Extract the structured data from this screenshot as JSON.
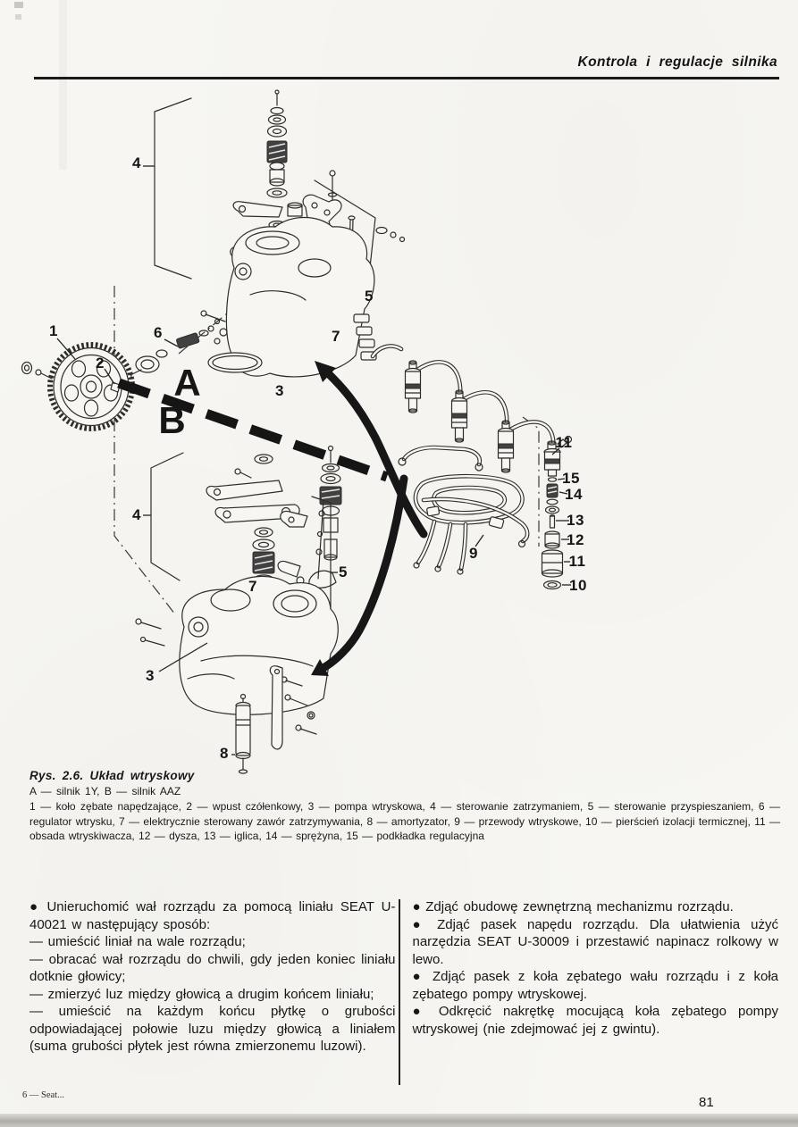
{
  "page": {
    "header": "Kontrola i regulacje silnika",
    "footnote": "6 — Seat...",
    "page_number": "81",
    "colors": {
      "ink": "#1b1b1b",
      "paper": "#f7f6f2"
    }
  },
  "figure": {
    "caption_title": "Rys. 2.6. Układ wtryskowy",
    "caption_variants": "A — silnik 1Y, B — silnik AAZ",
    "caption_legend": "1 — koło zębate napędzające, 2 — wpust czółenkowy, 3 — pompa wtryskowa, 4 — sterowanie zatrzymaniem, 5 — sterowanie przyspieszaniem, 6 — regulator wtrysku, 7 — elektrycznie sterowany zawór zatrzymywania, 8 — amortyzator, 9 — przewody wtryskowe, 10 — pierścień izolacji termicznej, 11 — obsada wtryskiwacza, 12 — dysza, 13 — iglica, 14 — sprężyna, 15 — podkładka regulacyjna",
    "callouts": [
      {
        "label": "4"
      },
      {
        "label": "1"
      },
      {
        "label": "6"
      },
      {
        "label": "7"
      },
      {
        "label": "2"
      },
      {
        "label": "A"
      },
      {
        "label": "3"
      },
      {
        "label": "B"
      },
      {
        "label": "5"
      },
      {
        "label": "11"
      },
      {
        "label": "15"
      },
      {
        "label": "14"
      },
      {
        "label": "4"
      },
      {
        "label": "13"
      },
      {
        "label": "12"
      },
      {
        "label": "9"
      },
      {
        "label": "11"
      },
      {
        "label": "5"
      },
      {
        "label": "7"
      },
      {
        "label": "10"
      },
      {
        "label": "3"
      },
      {
        "label": "8"
      }
    ]
  },
  "body": {
    "left_column": [
      "● Unieruchomić wał rozrządu za pomocą liniału SEAT U-40021 w następujący sposób:",
      "— umieścić liniał na wale rozrządu;",
      "— obracać wał rozrządu do chwili, gdy jeden koniec liniału dotknie głowicy;",
      "— zmierzyć luz między głowicą a drugim końcem liniału;",
      "— umieścić na każdym końcu płytkę o grubości odpowiadającej połowie luzu między głowicą a liniałem (suma grubości płytek jest równa zmierzonemu luzowi)."
    ],
    "right_column": [
      "● Zdjąć obudowę zewnętrzną mechanizmu rozrządu.",
      "● Zdjąć pasek napędu rozrządu. Dla ułatwienia użyć narzędzia SEAT U-30009 i przestawić napinacz rolkowy w lewo.",
      "● Zdjąć pasek z koła zębatego wału rozrządu i z koła zębatego pompy wtryskowej.",
      "● Odkręcić nakrętkę mocującą koła zębatego pompy wtryskowej (nie zdejmować jej z gwintu)."
    ]
  }
}
